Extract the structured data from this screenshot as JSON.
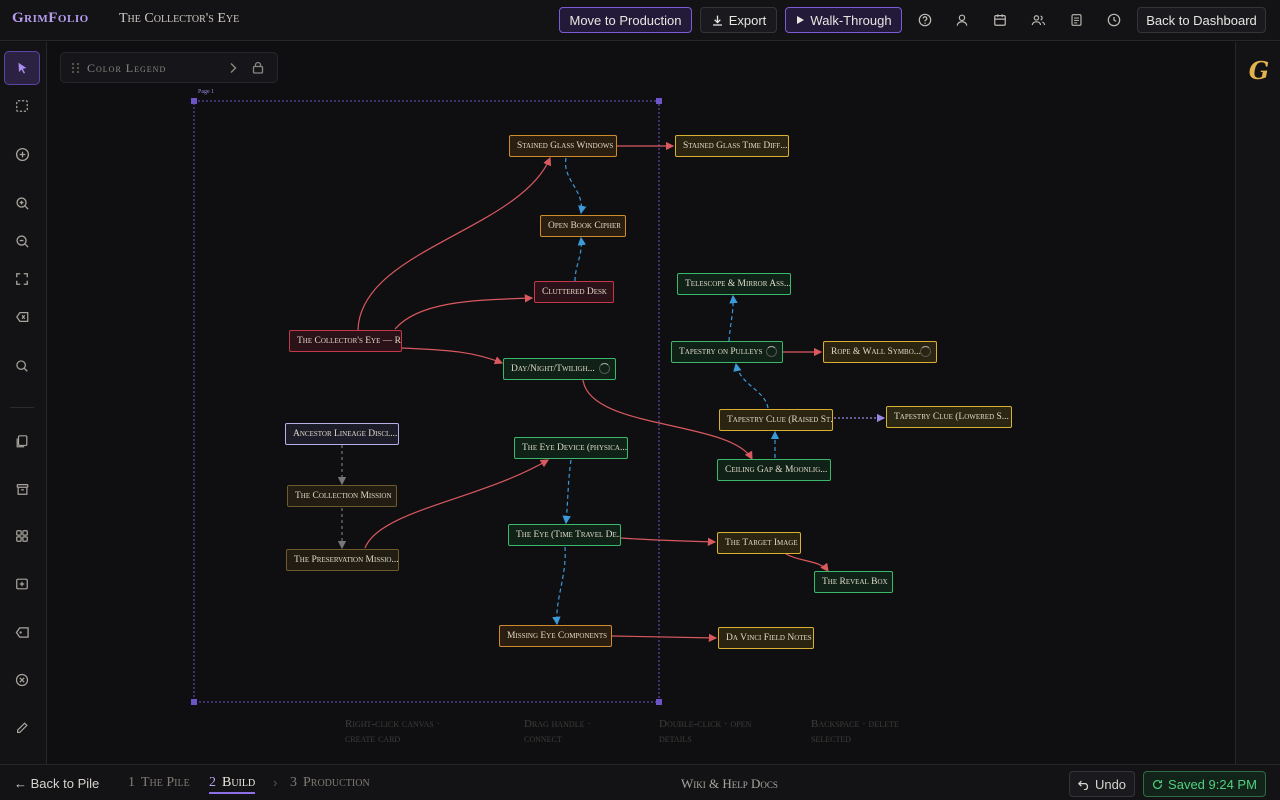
{
  "app": {
    "brand": "GrimFolio",
    "project_title": "The Collector's Eye"
  },
  "toolbar": {
    "move_label": "Move to Production",
    "export_label": "Export",
    "walk_label": "Walk-Through",
    "dashboard_label": "Back to Dashboard",
    "icons": [
      "help-icon",
      "user-icon",
      "calendar-icon",
      "users-icon",
      "document-icon",
      "clock-icon"
    ]
  },
  "left_tools": [
    "pointer-icon",
    "marquee-select-icon",
    "add-circle-icon",
    "zoom-in-icon",
    "zoom-out-icon",
    "fit-screen-icon",
    "eraser-icon",
    "search-icon",
    "pages-icon",
    "package-icon",
    "grid-icon",
    "add-frame-icon",
    "tag-icon",
    "cancel-icon",
    "pencil-icon"
  ],
  "legend": {
    "label": "Color Legend"
  },
  "canvas": {
    "page_label": "Page 1",
    "cards": [
      {
        "id": "c1",
        "label": "Stained Glass Windows",
        "color": "orange"
      },
      {
        "id": "c2",
        "label": "Stained Glass Time Diff...",
        "color": "yellow"
      },
      {
        "id": "c3",
        "label": "Open Book Cipher",
        "color": "orange"
      },
      {
        "id": "c4",
        "label": "Cluttered Desk",
        "color": "red"
      },
      {
        "id": "c5",
        "label": "The Collector's Eye — R...",
        "color": "red"
      },
      {
        "id": "c6",
        "label": "Day/Night/Twiligh...",
        "color": "green"
      },
      {
        "id": "c7",
        "label": "Telescope & Mirror Ass...",
        "color": "green"
      },
      {
        "id": "c8",
        "label": "Tapestry on Pulleys",
        "color": "green"
      },
      {
        "id": "c9",
        "label": "Rope & Wall Symbo...",
        "color": "yellow"
      },
      {
        "id": "c10",
        "label": "Tapestry Clue (Raised St...",
        "color": "yellow"
      },
      {
        "id": "c11",
        "label": "Tapestry Clue (Lowered S...",
        "color": "yellow"
      },
      {
        "id": "c12",
        "label": "Ceiling Gap & Moonlig...",
        "color": "green"
      },
      {
        "id": "c13",
        "label": "Ancestor Lineage Discl...",
        "color": "lav"
      },
      {
        "id": "c14",
        "label": "The Eye Device (physica...",
        "color": "green"
      },
      {
        "id": "c15",
        "label": "The Collection Mission",
        "color": "brown"
      },
      {
        "id": "c16",
        "label": "The Preservation Missio...",
        "color": "brown"
      },
      {
        "id": "c17",
        "label": "The Eye (Time Travel De...",
        "color": "green"
      },
      {
        "id": "c18",
        "label": "The Target Image",
        "color": "yellow"
      },
      {
        "id": "c19",
        "label": "The Reveal Box",
        "color": "green"
      },
      {
        "id": "c20",
        "label": "Missing Eye Components",
        "color": "orange"
      },
      {
        "id": "c21",
        "label": "Da Vinci Field Notes",
        "color": "yellow"
      }
    ],
    "hints": [
      {
        "line1": "Right-click canvas ·",
        "line2": "create card"
      },
      {
        "line1": "Drag handle ·",
        "line2": "connect"
      },
      {
        "line1": "Double-click · open",
        "line2": "details"
      },
      {
        "line1": "Backspace · delete",
        "line2": "selected"
      }
    ]
  },
  "bottom": {
    "back_label": "Back to Pile",
    "steps": [
      {
        "num": "1",
        "label": "The Pile"
      },
      {
        "num": "2",
        "label": "Build"
      },
      {
        "num": "3",
        "label": "Production"
      }
    ],
    "wiki_label": "Wiki & Help Docs",
    "undo_label": "Undo",
    "saved_label": "Saved 9:24 PM"
  },
  "colors": {
    "accent": "#8d6fe6",
    "edge_red": "#d9595f",
    "edge_blue": "#3b9ad9",
    "saved_green": "#4fd07f"
  }
}
